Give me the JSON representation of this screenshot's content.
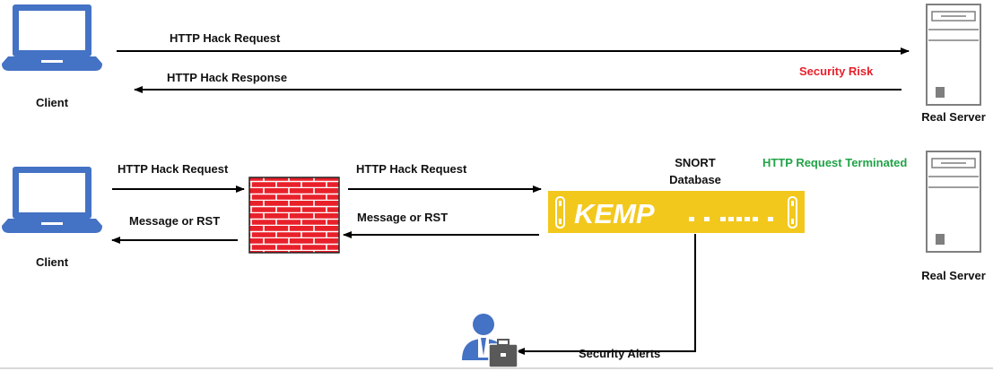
{
  "top": {
    "client_label": "Client",
    "server_label": "Real Server",
    "request_label": "HTTP Hack Request",
    "response_label": "HTTP Hack Response",
    "risk_label": "Security Risk"
  },
  "bottom": {
    "client_label": "Client",
    "server_label": "Real Server",
    "request_to_firewall_label": "HTTP Hack Request",
    "request_to_kemp_label": "HTTP Hack Request",
    "message_from_kemp_label": "Message or RST",
    "message_to_client_label": "Message or RST",
    "snort_label_line1": "SNORT",
    "snort_label_line2": "Database",
    "terminated_label": "HTTP Request Terminated",
    "alerts_label": "Security Alerts",
    "appliance_brand": "KEMP"
  },
  "colors": {
    "device_blue": "#4472c4",
    "firewall_red": "#e8202a",
    "appliance_yellow": "#f2c81c",
    "risk_red": "#e8202a",
    "terminated_green": "#21a347"
  }
}
